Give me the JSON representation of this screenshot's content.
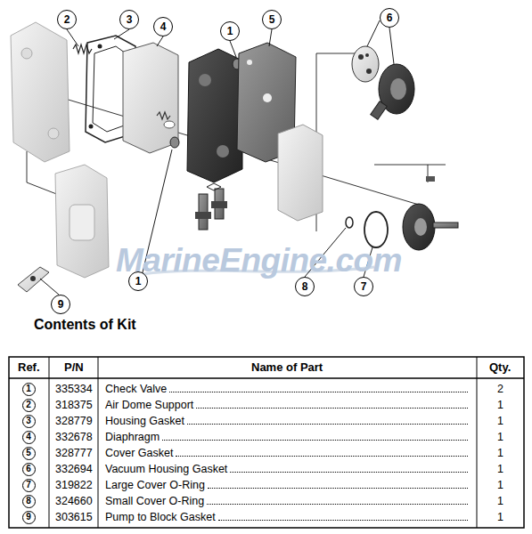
{
  "diagram": {
    "title": "Contents of Kit",
    "nodes": [
      {
        "text": [
          "2"
        ]
      },
      {
        "text": [
          "3"
        ]
      },
      {
        "text": [
          "4"
        ]
      },
      {
        "text": [
          "1"
        ]
      },
      {
        "text": [
          "5"
        ]
      },
      {
        "text": [
          "6"
        ]
      },
      {
        "text": [
          "9"
        ]
      },
      {
        "text": [
          "1"
        ]
      },
      {
        "text": [
          "8"
        ]
      },
      {
        "text": [
          "7"
        ]
      },
      {
        "text": [
          "1"
        ]
      },
      {
        "text": [
          "2"
        ]
      },
      {
        "text": [
          "3"
        ]
      },
      {
        "text": [
          "4"
        ]
      },
      {
        "text": [
          "5"
        ]
      },
      {
        "text": [
          "6"
        ]
      },
      {
        "text": [
          "7"
        ]
      },
      {
        "text": [
          "8"
        ]
      },
      {
        "text": [
          "9"
        ]
      }
    ],
    "labels": [
      "MarineEngine.com",
      "Ref.",
      "P/N",
      "Name of Part",
      "Qty.",
      "335334",
      "Check Valve",
      "2",
      "318375",
      "Air Dome Support",
      "1",
      "328779",
      "Housing Gasket",
      "1",
      "332678",
      "Diaphragm",
      "1",
      "328777",
      "Cover Gasket",
      "1",
      "332694",
      "Vacuum Housing Gasket",
      "1",
      "319822",
      "Large Cover O-Ring",
      "1",
      "324660",
      "Small Cover O-Ring",
      "1",
      "303615",
      "Pump to Block Gasket",
      "1"
    ]
  }
}
